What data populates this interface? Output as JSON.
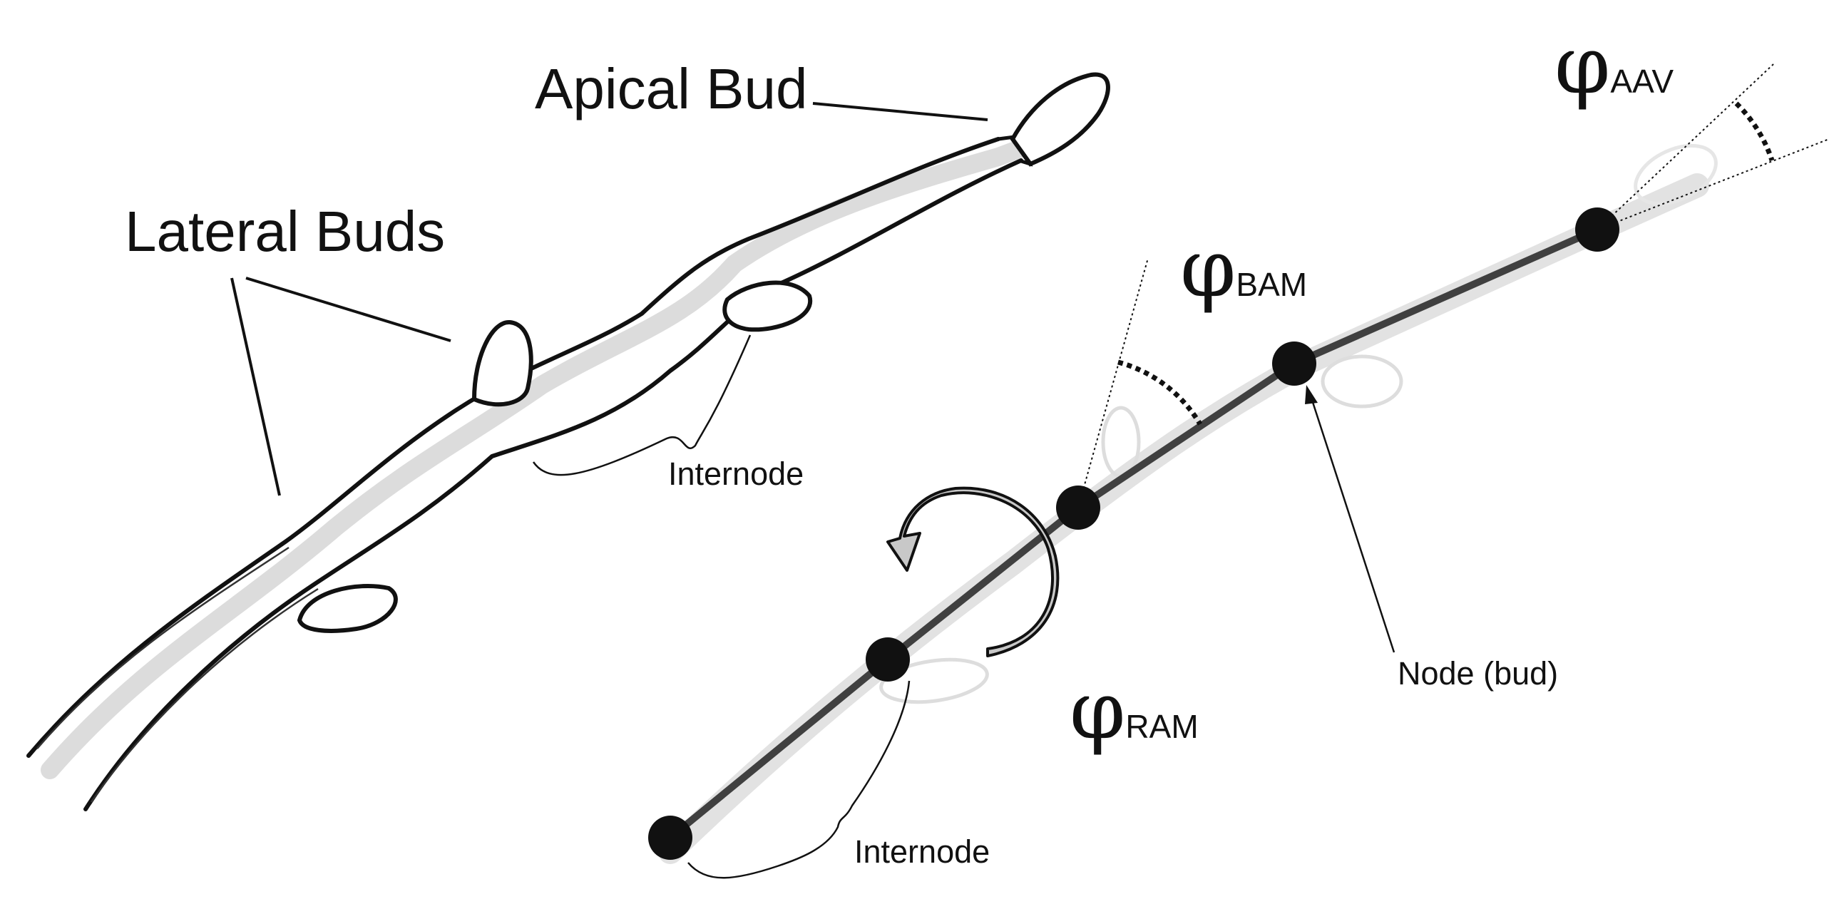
{
  "sketch": {
    "apical_bud_label": "Apical Bud",
    "lateral_buds_label": "Lateral Buds",
    "internode_label": "Internode"
  },
  "model": {
    "angle_symbol": "φ",
    "angles": [
      {
        "symbol": "φ",
        "subscript": "AAV"
      },
      {
        "symbol": "φ",
        "subscript": "BAM"
      },
      {
        "symbol": "φ",
        "subscript": "RAM"
      }
    ],
    "node_label": "Node (bud)",
    "internode_label": "Internode"
  },
  "colors": {
    "ink": "#111111",
    "shadow": "#d9d9d9",
    "axis_line": "#404040",
    "arrow_fill": "#c8c8c8"
  }
}
